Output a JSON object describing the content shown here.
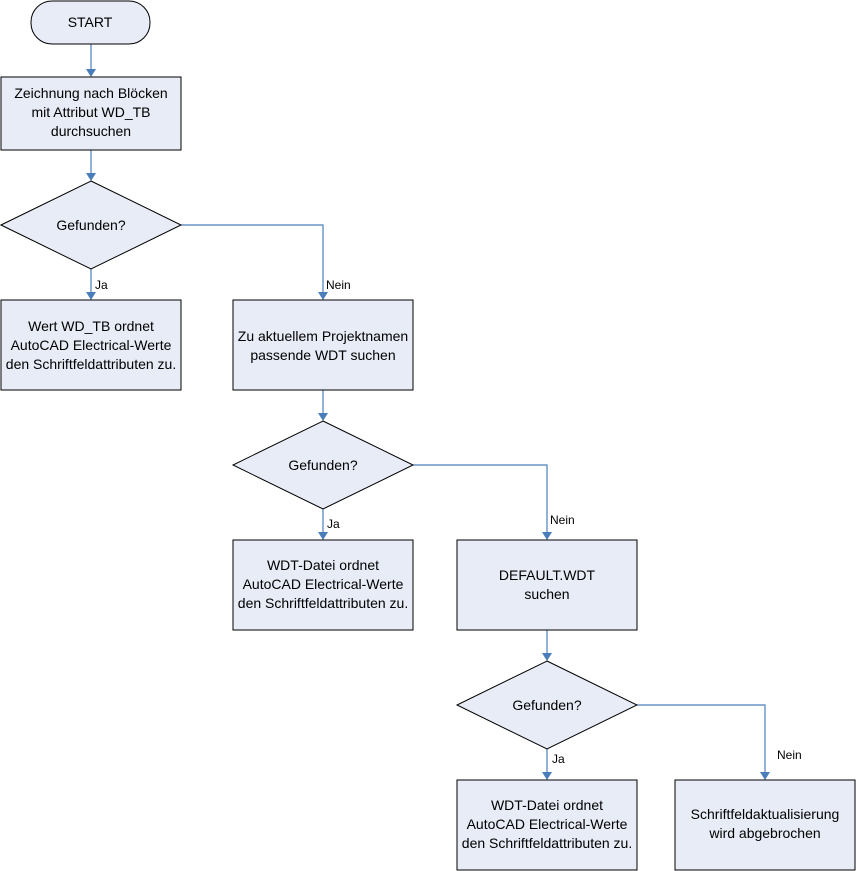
{
  "start": {
    "label": "START"
  },
  "search_blocks": {
    "lines": [
      "Zeichnung nach Blöcken",
      "mit Attribut WD_TB",
      "durchsuchen"
    ]
  },
  "decision1": {
    "label": "Gefunden?"
  },
  "assign_wdtb": {
    "lines": [
      "Wert WD_TB ordnet",
      "AutoCAD Electrical-Werte",
      "den Schriftfeldattributen zu."
    ]
  },
  "search_project_wdt": {
    "lines": [
      "Zu aktuellem Projektnamen",
      "passende WDT suchen"
    ]
  },
  "decision2": {
    "label": "Gefunden?"
  },
  "assign_wdt1": {
    "lines": [
      "WDT-Datei ordnet",
      "AutoCAD Electrical-Werte",
      "den Schriftfeldattributen zu."
    ]
  },
  "search_default": {
    "lines": [
      "DEFAULT.WDT",
      "suchen"
    ]
  },
  "decision3": {
    "label": "Gefunden?"
  },
  "assign_wdt2": {
    "lines": [
      "WDT-Datei ordnet",
      "AutoCAD Electrical-Werte",
      "den Schriftfeldattributen zu."
    ]
  },
  "abort": {
    "lines": [
      "Schriftfeldaktualisierung",
      "wird abgebrochen"
    ]
  },
  "edges": {
    "yes": "Ja",
    "no": "Nein"
  }
}
